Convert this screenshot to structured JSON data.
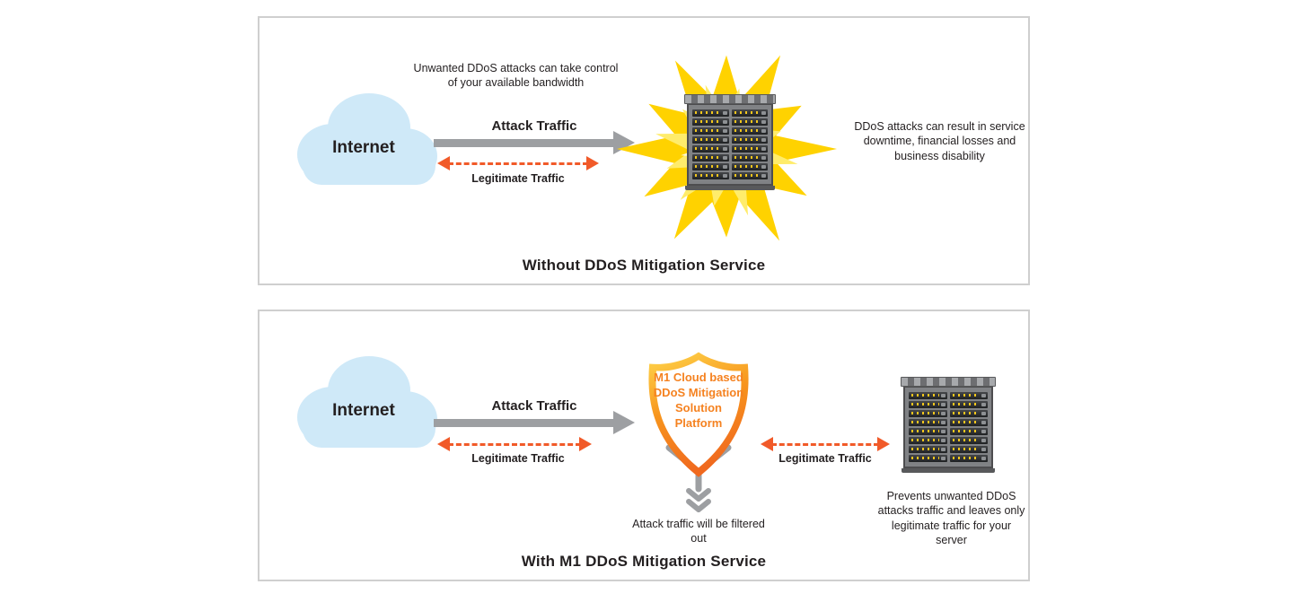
{
  "colors": {
    "cloud_fill": "#cfe9f8",
    "gray_arrow": "#9d9fa2",
    "legitimate_arrow": "#f15a29",
    "burst_outer": "#ffd200",
    "burst_inner": "#ffec6b",
    "burst_core": "#fff9d6",
    "shield_border_top": "#ffd84d",
    "shield_border_bottom": "#f0691e",
    "shield_text": "#f58220",
    "text": "#231f20"
  },
  "panel_without": {
    "title": "Without DDoS Mitigation Service",
    "cloud_label": "Internet",
    "attack_label": "Attack Traffic",
    "legit_label": "Legitimate Traffic",
    "note_bandwidth": "Unwanted DDoS attacks can take control of your available bandwidth",
    "note_impact": "DDoS attacks can result in service downtime, financial losses and business disability"
  },
  "panel_with": {
    "title": "With M1 DDoS Mitigation Service",
    "cloud_label": "Internet",
    "attack_label": "Attack Traffic",
    "legit_label_left": "Legitimate Traffic",
    "legit_label_right": "Legitimate Traffic",
    "shield_label": "M1 Cloud based DDoS Mitigation Solution Platform",
    "note_filtered": "Attack traffic will be filtered out",
    "note_server": "Prevents unwanted DDoS attacks traffic and leaves only legitimate traffic for your server"
  }
}
